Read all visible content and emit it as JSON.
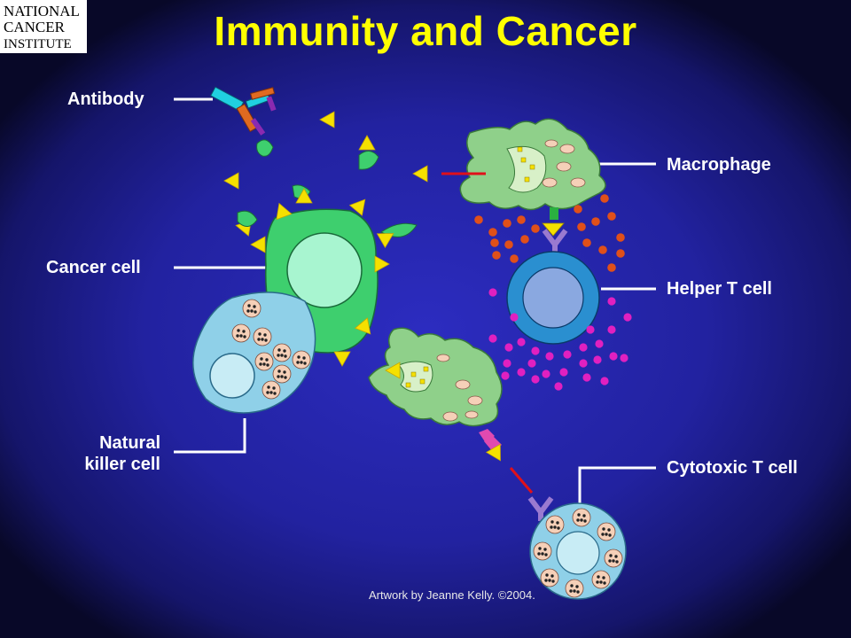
{
  "title": "Immunity and Cancer",
  "labels": {
    "antibody": "Antibody",
    "cancer_cell": "Cancer cell",
    "natural_killer_line1": "Natural",
    "natural_killer_line2": "killer cell",
    "macrophage": "Macrophage",
    "helper_t_cell": "Helper T cell",
    "cytotoxic_t_cell": "Cytotoxic T cell"
  },
  "credit": "Artwork by Jeanne Kelly. ©2004.",
  "logo": {
    "line1": "NATIONAL",
    "line2": "CANCER",
    "line3": "INSTITUTE"
  },
  "colors": {
    "title": "#ffff00",
    "background_center": "#2a2ab8",
    "background_edge": "#0a0a30",
    "cancer_cell": "#3ecf6e",
    "cancer_nucleus": "#a8f5d0",
    "nk_cell": "#8fd0e8",
    "macrophage": "#8fd08a",
    "helper_t_outer": "#2a8fd0",
    "helper_t_inner": "#8aa8e0",
    "antigen": "#f5e000",
    "arrow": "#e0101a",
    "cytokine_orange": "#e0501a",
    "cytokine_magenta": "#e020c0"
  }
}
